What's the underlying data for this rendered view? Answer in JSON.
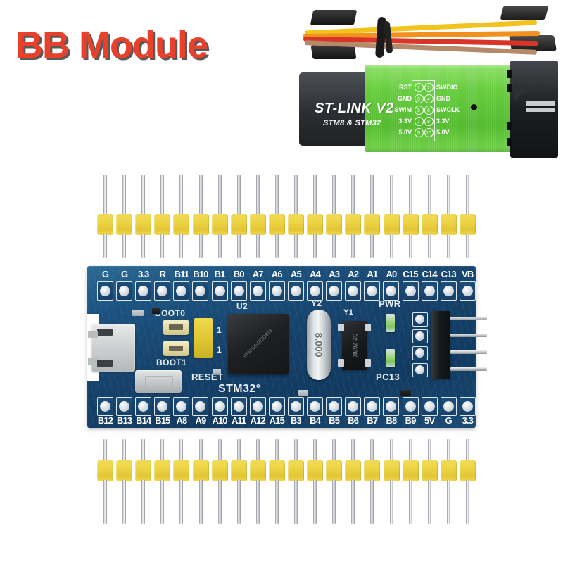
{
  "title": "BB Module",
  "colors": {
    "title_red": "#e8402a",
    "pcb_blue": "#16426b",
    "stlink_green": "#67cc3f",
    "header_yellow": "#ecd444"
  },
  "stlink": {
    "name": "ST-LINK V2",
    "subtitle": "STM8 & STM32",
    "pins": [
      {
        "num_left": "1",
        "num_right": "2",
        "left": "RST",
        "right": "SWDIO"
      },
      {
        "num_left": "3",
        "num_right": "4",
        "left": "GND",
        "right": "GND"
      },
      {
        "num_left": "5",
        "num_right": "6",
        "left": "SWIM",
        "right": "SWCLK"
      },
      {
        "num_left": "7",
        "num_right": "8",
        "left": "3.3V",
        "right": "3.3V"
      },
      {
        "num_left": "9",
        "num_right": "10",
        "left": "5.0V",
        "right": "5.0V"
      }
    ]
  },
  "wires": {
    "colors": [
      "#f2c31c",
      "#f0901f",
      "#d8352a",
      "#b58a6a"
    ],
    "count": 4
  },
  "board": {
    "silkscreen": {
      "boot0": "BOOT0",
      "boot1": "BOOT1",
      "reset": "RESET",
      "mcu_ref": "U2",
      "mcu_text": "STM32F103C8T6",
      "crystal_ref": "Y2",
      "crystal_value": "8.000",
      "rtc_ref": "Y1",
      "rtc_value": "32.768K",
      "pwr_led": "PWR",
      "pc13_led": "PC13",
      "brand": "STM32°",
      "jumper_ones": [
        "1",
        "1"
      ]
    },
    "top_pins": [
      "G",
      "G",
      "3.3",
      "R",
      "B11",
      "B10",
      "B1",
      "B0",
      "A7",
      "A6",
      "A5",
      "A4",
      "A3",
      "A2",
      "A1",
      "A0",
      "C15",
      "C14",
      "C13",
      "VB"
    ],
    "bottom_pins": [
      "B12",
      "B13",
      "B14",
      "B15",
      "A8",
      "A9",
      "A10",
      "A11",
      "A12",
      "A15",
      "B3",
      "B4",
      "B5",
      "B6",
      "B7",
      "B8",
      "B9",
      "5V",
      "G",
      "3.3"
    ]
  },
  "header_strips": {
    "top_pin_count": 20,
    "bottom_pin_count": 20
  }
}
